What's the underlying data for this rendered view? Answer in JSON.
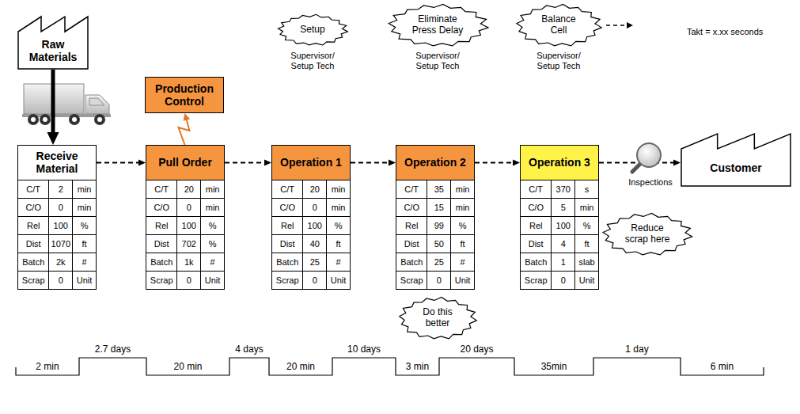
{
  "diagram": {
    "nodes": [
      {
        "text": [
          "Raw Materials"
        ]
      },
      {
        "text": [
          "Production Control"
        ]
      },
      {
        "text": [
          "Setup"
        ]
      },
      {
        "text": [
          "Eliminate Press Delay"
        ]
      },
      {
        "text": [
          "Balance Cell"
        ]
      },
      {
        "text": [
          "Receive Material",
          "C/T",
          "2",
          "min",
          "C/O",
          "0",
          "min",
          "Rel",
          "100",
          "%",
          "Dist",
          "1070",
          "ft",
          "Batch",
          "2k",
          "#",
          "Scrap",
          "0",
          "Unit"
        ]
      },
      {
        "text": [
          "Pull Order",
          "C/T",
          "20",
          "min",
          "C/O",
          "0",
          "min",
          "Rel",
          "100",
          "%",
          "Dist",
          "702",
          "%",
          "Batch",
          "1k",
          "#",
          "Scrap",
          "0",
          "Unit"
        ]
      },
      {
        "text": [
          "Operation 1",
          "C/T",
          "20",
          "min",
          "C/O",
          "0",
          "min",
          "Rel",
          "100",
          "%",
          "Dist",
          "40",
          "ft",
          "Batch",
          "25",
          "#",
          "Scrap",
          "0",
          "Unit"
        ]
      },
      {
        "text": [
          "Operation 2",
          "C/T",
          "35",
          "min",
          "C/O",
          "15",
          "min",
          "Rel",
          "99",
          "%",
          "Dist",
          "50",
          "ft",
          "Batch",
          "25",
          "#",
          "Scrap",
          "0",
          "Unit"
        ]
      },
      {
        "text": [
          "Operation 3",
          "C/T",
          "370",
          "s",
          "C/O",
          "5",
          "min",
          "Rel",
          "100",
          "%",
          "Dist",
          "4",
          "ft",
          "Batch",
          "1",
          "slab",
          "Scrap",
          "0",
          "Unit"
        ]
      },
      {
        "text": [
          "Customer"
        ]
      },
      {
        "text": [
          "Reduce scrap here"
        ]
      },
      {
        "text": [
          "Do this better"
        ]
      }
    ],
    "edges": [
      {
        "from": 0,
        "to": 5,
        "arrow": "to"
      },
      {
        "from": 6,
        "to": 1,
        "arrow": "to"
      },
      {
        "from": 5,
        "to": 6,
        "arrow": "to"
      },
      {
        "from": 6,
        "to": 7,
        "arrow": "to"
      },
      {
        "from": 7,
        "to": 8,
        "arrow": "to"
      },
      {
        "from": 8,
        "to": 9,
        "arrow": "to"
      },
      {
        "from": 9,
        "to": 10,
        "arrow": "to"
      }
    ],
    "labels": [
      "Takt = x.xx seconds",
      "Supervisor/ Setup Tech",
      "Supervisor/ Setup Tech",
      "Supervisor/ Setup Tech",
      "Inspections",
      "2 min",
      "2.7 days",
      "20 min",
      "4 days",
      "20 min",
      "10 days",
      "3 min",
      "20 days",
      "35min",
      "1 day",
      "6 min"
    ]
  }
}
